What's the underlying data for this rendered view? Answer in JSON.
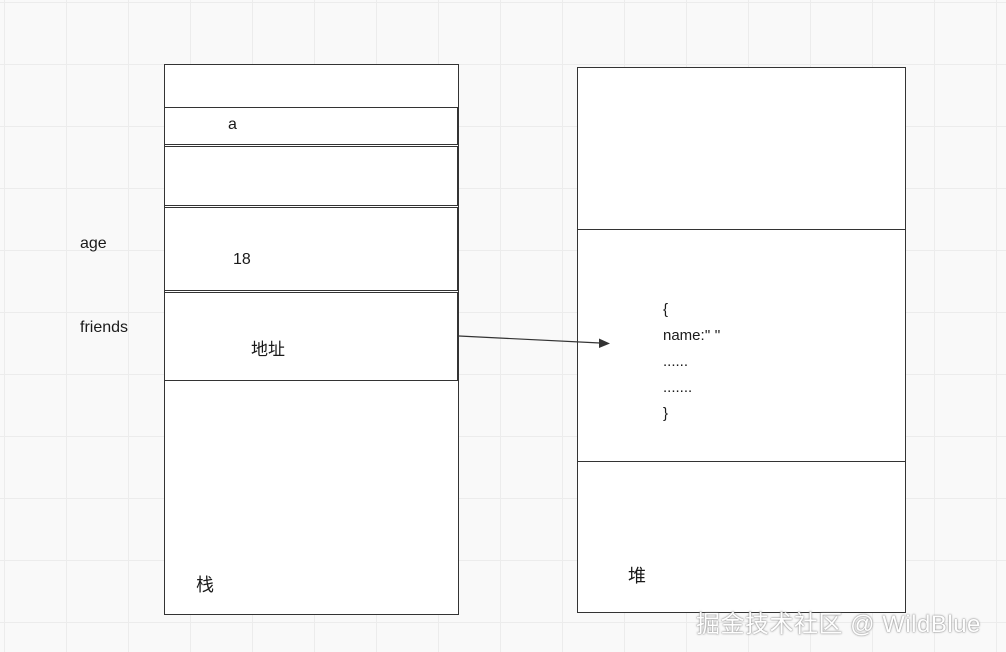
{
  "stack": {
    "title": "栈",
    "slot_a": "a",
    "slot_age_value": "18",
    "slot_friends_value": "地址"
  },
  "labels": {
    "age": "age",
    "friends": "friends"
  },
  "heap": {
    "title": "堆",
    "object_lines": [
      "{",
      "name:'' ''",
      "......",
      ".......",
      "}"
    ]
  },
  "watermark": "掘金技术社区 @ WildBlue"
}
